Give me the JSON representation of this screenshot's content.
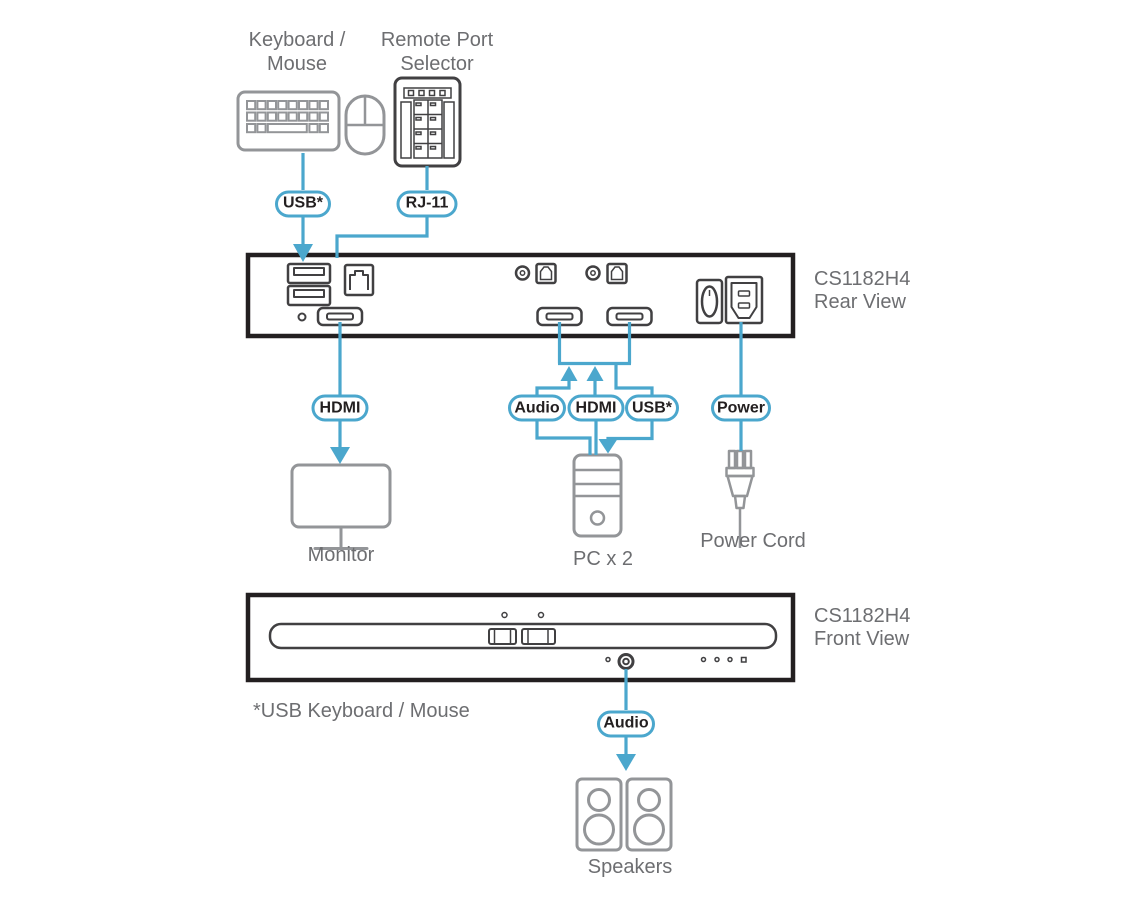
{
  "colors": {
    "accent": "#4ba7cd",
    "device_gray": "#939598",
    "label_gray": "#6d6e71",
    "dark": "#414042",
    "panel_border": "#231f20",
    "pill_text": "#231f20"
  },
  "labels": {
    "keyboard_mouse": "Keyboard / Mouse",
    "remote_port_selector": "Remote Port Selector",
    "monitor": "Monitor",
    "pc": "PC x 2",
    "power_cord": "Power Cord",
    "speakers": "Speakers",
    "footnote": "*USB Keyboard / Mouse"
  },
  "product": {
    "model": "CS1182H4",
    "rear_view": "Rear View",
    "front_view": "Front View"
  },
  "pills": {
    "usb_keyboard": "USB*",
    "rj11": "RJ-11",
    "hdmi_monitor": "HDMI",
    "audio_pc": "Audio",
    "hdmi_pc": "HDMI",
    "usb_pc": "USB*",
    "power": "Power",
    "audio_front": "Audio"
  }
}
